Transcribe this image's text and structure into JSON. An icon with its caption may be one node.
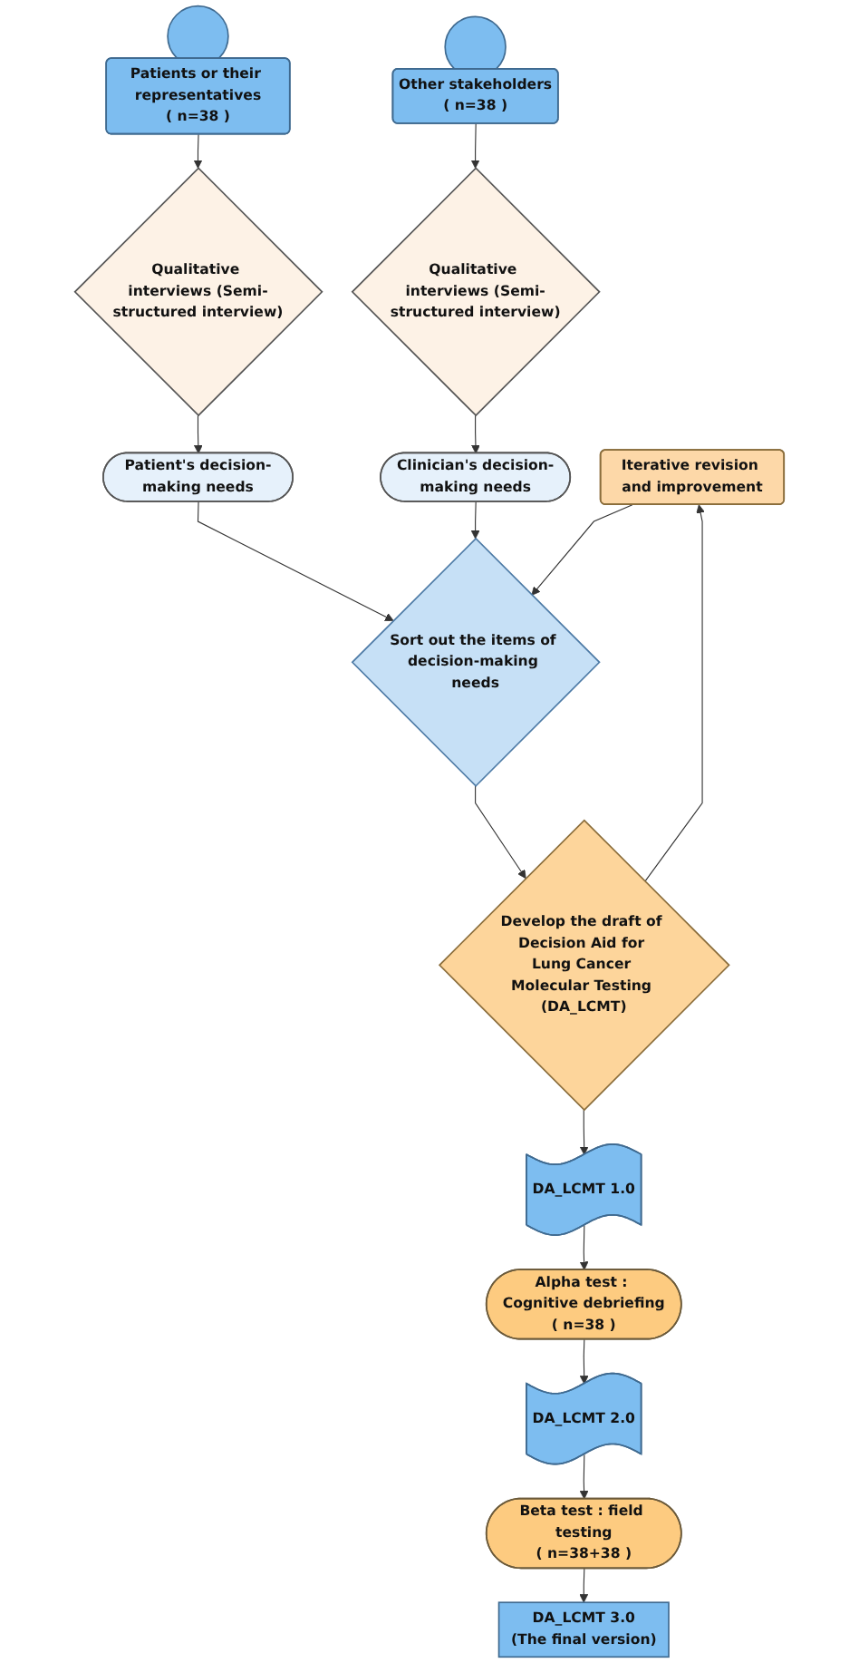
{
  "diagram": {
    "nodes": [
      {
        "text": [
          "Patients or their representatives",
          "( n=38 )"
        ]
      },
      {
        "text": [
          "Other stakeholders",
          "( n=38 )"
        ]
      },
      {
        "text": [
          "Qualitative interviews (Semi-structured interview)"
        ]
      },
      {
        "text": [
          "Qualitative interviews (Semi-structured interview)"
        ]
      },
      {
        "text": [
          "Patient's decision-making needs"
        ]
      },
      {
        "text": [
          "Clinician's decision-making needs"
        ]
      },
      {
        "text": [
          "Sort out the items of decision-making needs"
        ]
      },
      {
        "text": [
          "Develop the draft of Decision Aid for Lung Cancer Molecular Testing (DA_LCMT)"
        ]
      },
      {
        "text": [
          "Iterative revision and improvement"
        ]
      },
      {
        "text": [
          "DA_LCMT 1.0"
        ]
      },
      {
        "text": [
          "Alpha test : Cognitive debriefing",
          "( n=38 )"
        ]
      },
      {
        "text": [
          "DA_LCMT 2.0"
        ]
      },
      {
        "text": [
          "Beta test : field testing",
          "( n=38+38 )"
        ]
      },
      {
        "text": [
          "DA_LCMT 3.0",
          "(The final version)"
        ]
      }
    ],
    "edges": [
      {
        "from": 0,
        "to": 2,
        "arrow": "to"
      },
      {
        "from": 1,
        "to": 3,
        "arrow": "to"
      },
      {
        "from": 2,
        "to": 4,
        "arrow": "to"
      },
      {
        "from": 3,
        "to": 5,
        "arrow": "to"
      },
      {
        "from": 4,
        "to": 6,
        "arrow": "to"
      },
      {
        "from": 5,
        "to": 6,
        "arrow": "to"
      },
      {
        "from": 6,
        "to": 7,
        "arrow": "to"
      },
      {
        "from": 7,
        "to": 8,
        "arrow": "to"
      },
      {
        "from": 8,
        "to": 6,
        "arrow": "to"
      },
      {
        "from": 7,
        "to": 9,
        "arrow": "to"
      },
      {
        "from": 9,
        "to": 10,
        "arrow": "to"
      },
      {
        "from": 10,
        "to": 11,
        "arrow": "to"
      },
      {
        "from": 11,
        "to": 12,
        "arrow": "to"
      },
      {
        "from": 12,
        "to": 13,
        "arrow": "to"
      }
    ]
  }
}
